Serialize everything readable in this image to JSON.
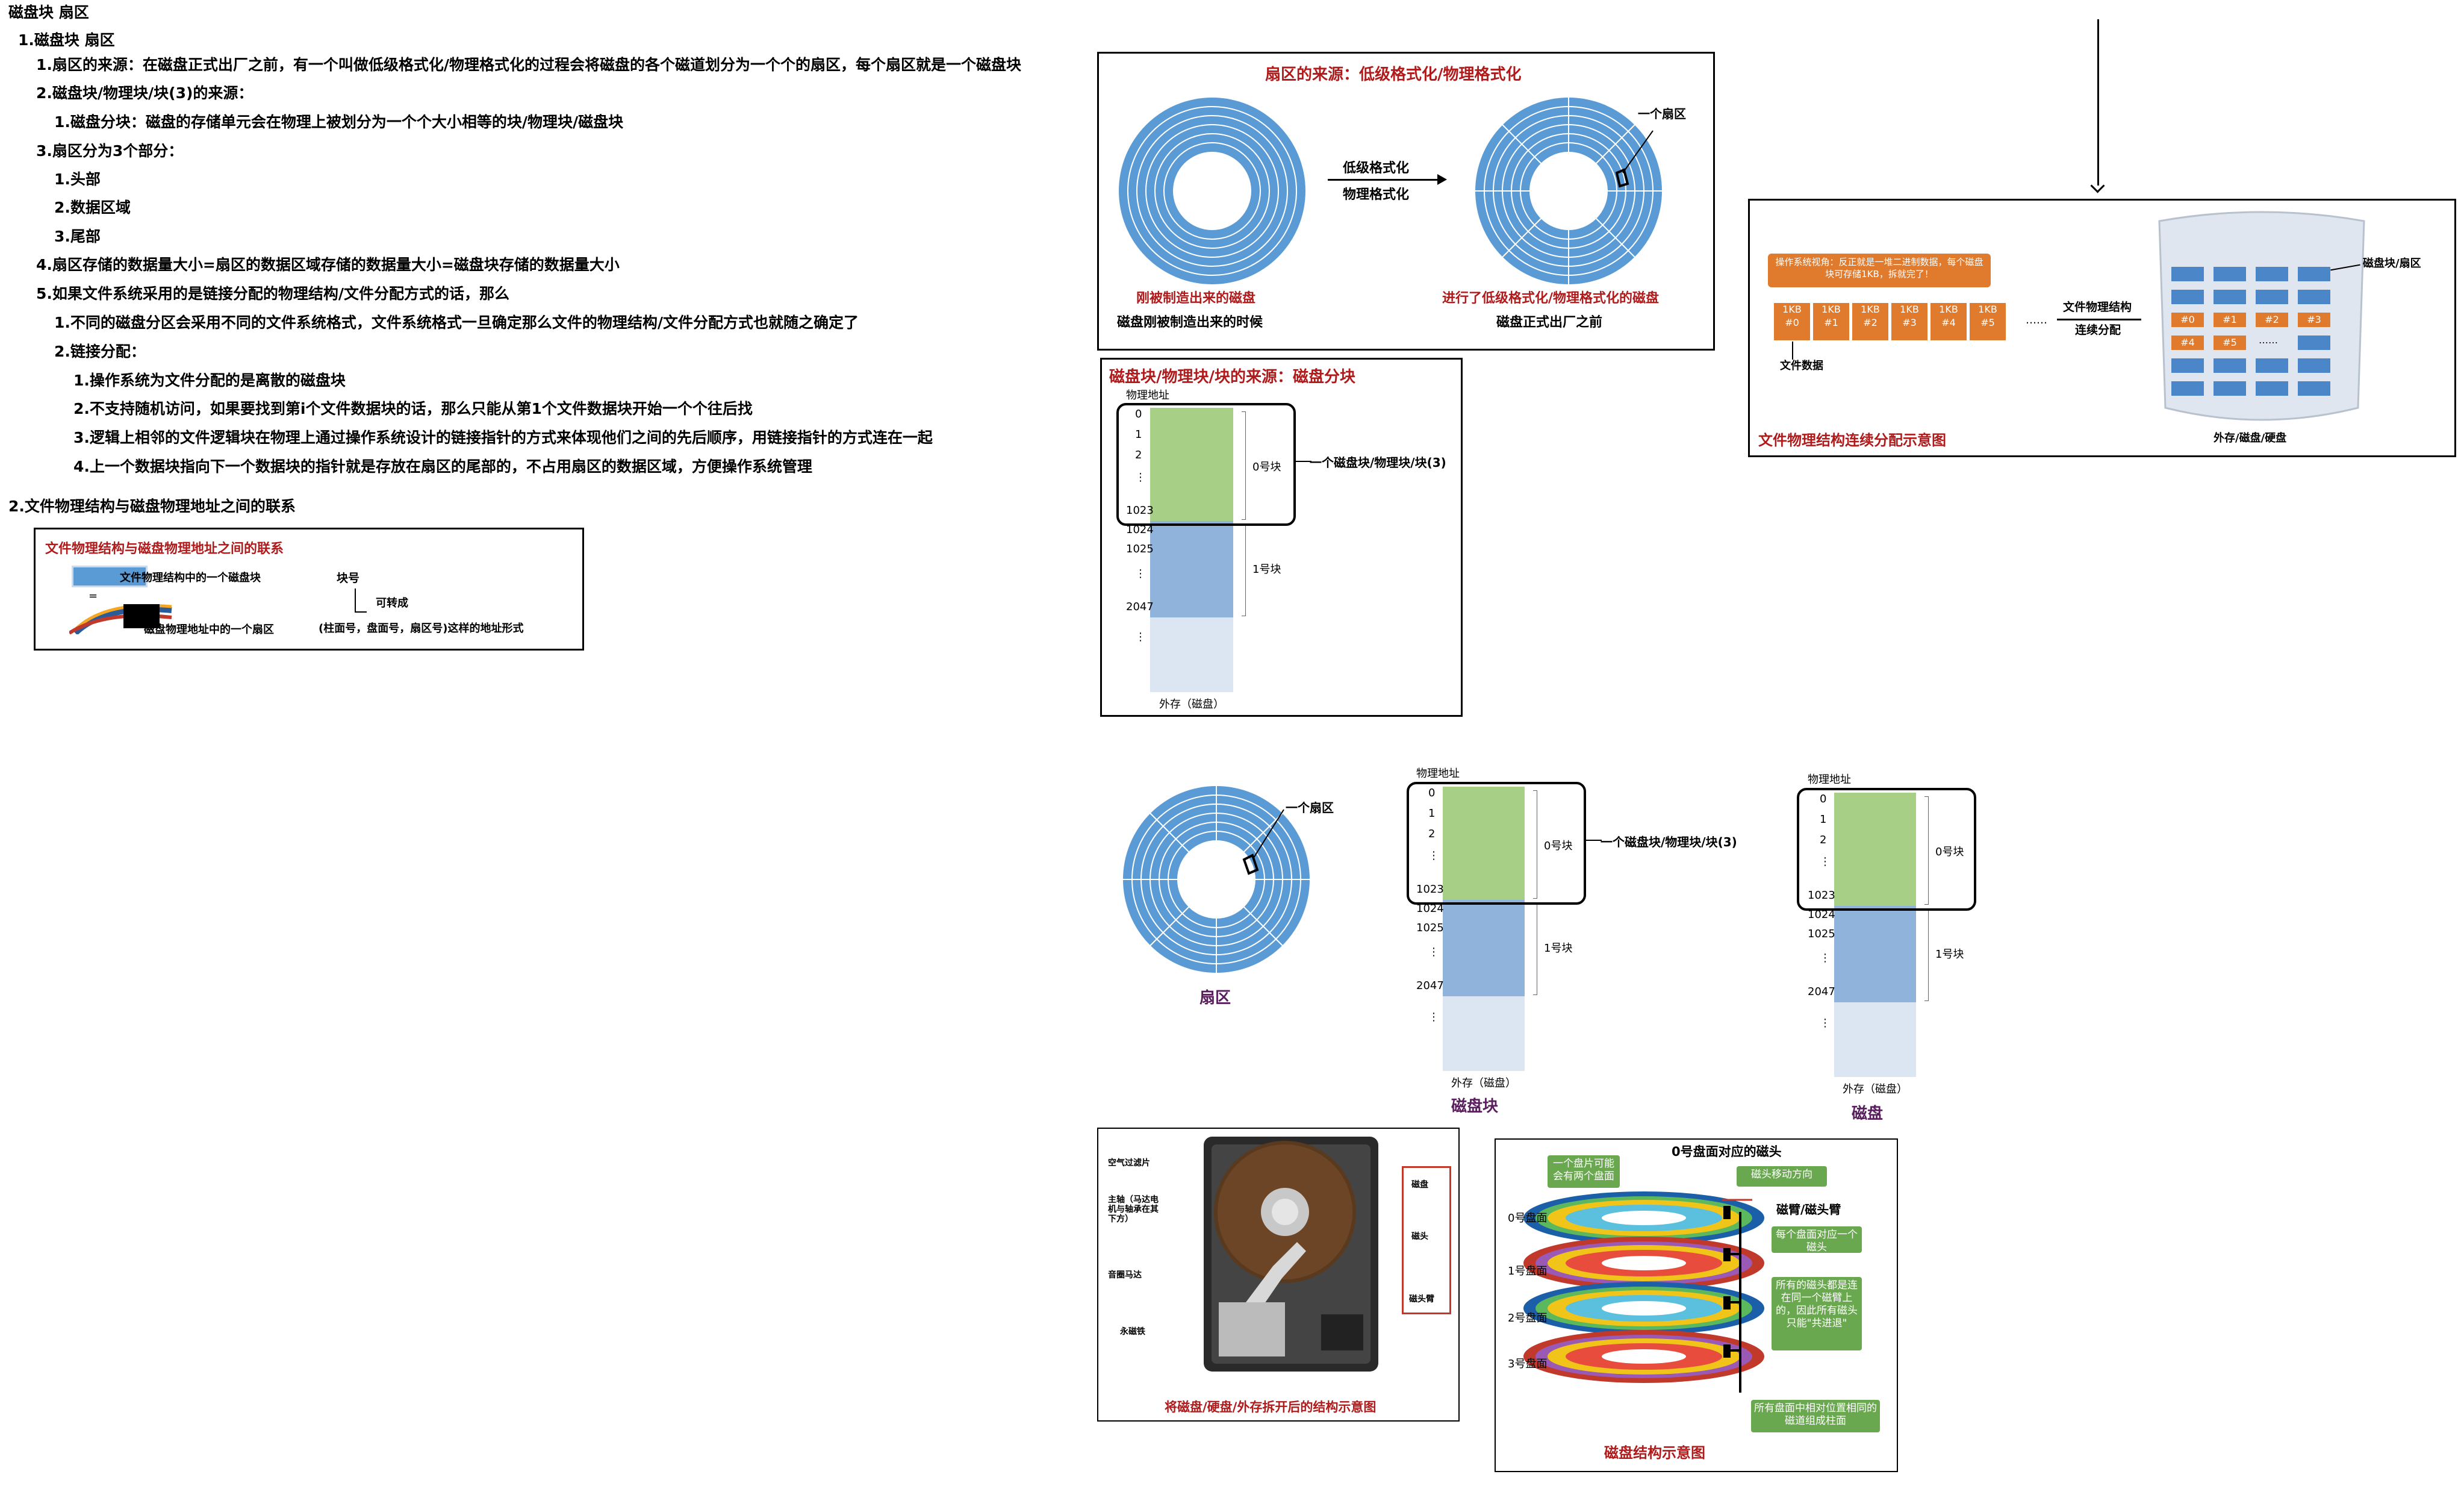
{
  "notes": {
    "title": "磁盘块 扇区",
    "l1": "1.磁盘块 扇区",
    "l2": "1.扇区的来源：在磁盘正式出厂之前，有一个叫做低级格式化/物理格式化的过程会将磁盘的各个磁道划分为一个个的扇区，每个扇区就是一个磁盘块",
    "l3": "2.磁盘块/物理块/块(3)的来源：",
    "l4": "1.磁盘分块：磁盘的存储单元会在物理上被划分为一个个大小相等的块/物理块/磁盘块",
    "l5": "3.扇区分为3个部分：",
    "l6": "1.头部",
    "l7": "2.数据区域",
    "l8": "3.尾部",
    "l9": "4.扇区存储的数据量大小=扇区的数据区域存储的数据量大小=磁盘块存储的数据量大小",
    "l10": "5.如果文件系统采用的是链接分配的物理结构/文件分配方式的话，那么",
    "l11": "1.不同的磁盘分区会采用不同的文件系统格式，文件系统格式一旦确定那么文件的物理结构/文件分配方式也就随之确定了",
    "l12": "2.链接分配：",
    "l13": "1.操作系统为文件分配的是离散的磁盘块",
    "l14": "2.不支持随机访问，如果要找到第i个文件数据块的话，那么只能从第1个文件数据块开始一个个往后找",
    "l15": "3.逻辑上相邻的文件逻辑块在物理上通过操作系统设计的链接指针的方式来体现他们之间的先后顺序，用链接指针的方式连在一起",
    "l16": "4.上一个数据块指向下一个数据块的指针就是存放在扇区的尾部的，不占用扇区的数据区域，方便操作系统管理",
    "l17": "2.文件物理结构与磁盘物理地址之间的联系"
  },
  "link_panel": {
    "title": "文件物理结构与磁盘物理地址之间的联系",
    "file_block": "文件物理结构中的一个磁盘块",
    "eq": "=",
    "sector": "磁盘物理地址中的一个扇区",
    "block_no": "块号",
    "convert": "可转成",
    "addr_form": "(柱面号，盘面号，扇区号)这样的地址形式"
  },
  "format_panel": {
    "title": "扇区的来源：低级格式化/物理格式化",
    "arrow1": "低级格式化",
    "arrow2": "物理格式化",
    "one_sector": "一个扇区",
    "left_red": "刚被制造出来的磁盘",
    "left_black": "磁盘刚被制造出来的时候",
    "right_red": "进行了低级格式化/物理格式化的磁盘",
    "right_black": "磁盘正式出厂之前"
  },
  "block_panel": {
    "title": "磁盘块/物理块/块的来源：磁盘分块",
    "phys_addr": "物理地址",
    "addr": [
      "0",
      "1",
      "2",
      "⋮",
      "1023",
      "1024",
      "1025",
      "⋮",
      "2047",
      "⋮"
    ],
    "block0": "0号块",
    "block1": "1号块",
    "callout": "一个磁盘块/物理块/块(3)",
    "footer": "外存（磁盘）"
  },
  "contig_panel": {
    "bubble": "操作系统视角：反正就是一堆二进制数据，每个磁盘块可存储1KB，拆就完了！",
    "kb": [
      "1KB\n#0",
      "1KB\n#1",
      "1KB\n#2",
      "1KB\n#3",
      "1KB\n#4",
      "1KB\n#5"
    ],
    "dots": "……",
    "file_data": "文件数据",
    "arrow_top": "文件物理结构",
    "arrow_bottom": "连续分配",
    "block_sector": "磁盘块/扇区",
    "cyl_labels": [
      "#0",
      "#1",
      "#2",
      "#3",
      "#4",
      "#5",
      "……"
    ],
    "cyl_footer": "外存/磁盘/硬盘",
    "title": "文件物理结构连续分配示意图"
  },
  "mid_row": {
    "sector_label": "扇区",
    "one_sector": "一个扇区",
    "block_title": "磁盘块",
    "disk_title": "磁盘"
  },
  "hdd_panel": {
    "left": [
      "空气过滤片",
      "主轴（马达电机与轴承在其下方）",
      "音圈马达",
      "永磁铁"
    ],
    "right": [
      "磁盘",
      "磁头",
      "磁头臂"
    ],
    "title": "将磁盘/硬盘/外存拆开后的结构示意图"
  },
  "struct_panel": {
    "top": "0号盘面对应的磁头",
    "bubble1": "一个盘片可能会有两个盘面",
    "bubble2": "磁头移动方向",
    "arm": "磁臂/磁头臂",
    "bubble3": "每个盘面对应一个磁头",
    "bubble4": "所有的磁头都是连在同一个磁臂上的，因此所有磁头只能\"共进退\"",
    "bubble5": "所有盘面中相对位置相同的磁道组成柱面",
    "surfaces": [
      "0号盘面",
      "1号盘面",
      "2号盘面",
      "3号盘面"
    ],
    "title": "磁盘结构示意图"
  }
}
